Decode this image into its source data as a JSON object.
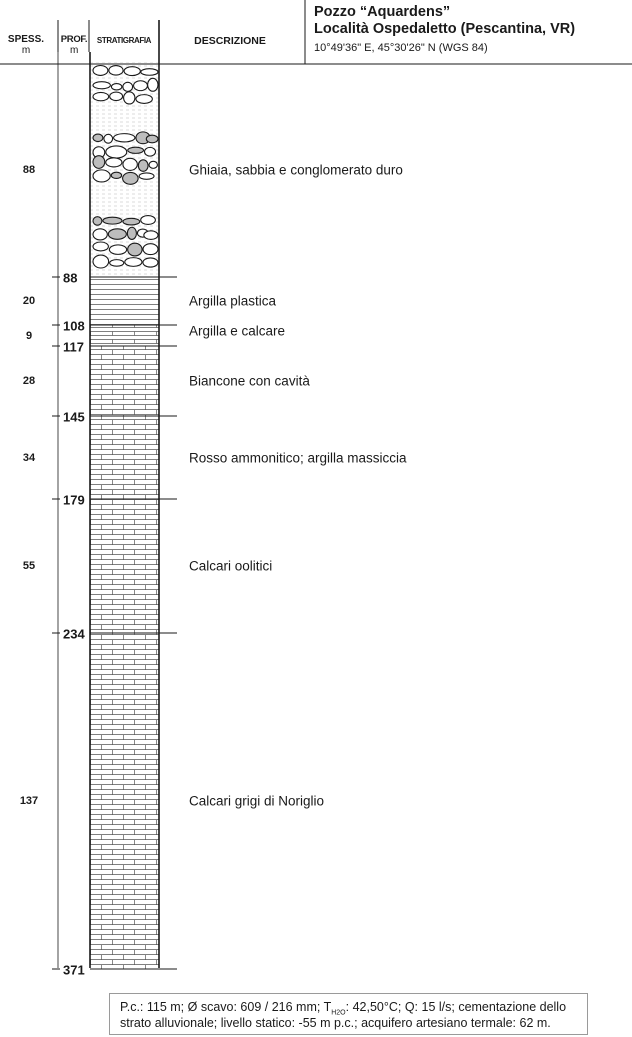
{
  "header": {
    "spess_label": "SPESS.",
    "spess_unit": "m",
    "prof_label": "PROF.",
    "prof_unit": "m",
    "strat_label": "STRATIGRAFIA",
    "desc_label": "DESCRIZIONE",
    "title_line1": "Pozzo “Aquardens”",
    "title_line2": "Località Ospedaletto (Pescantina, VR)",
    "coordinates": "10°49'36\" E,  45°30'26\" N (WGS 84)"
  },
  "layers": [
    {
      "thickness": "88",
      "top_depth": 0,
      "bottom_depth": "88",
      "description": "Ghiaia, sabbia e conglomerato duro",
      "lithology": "gravel-conglomerate"
    },
    {
      "thickness": "20",
      "top_depth": 88,
      "bottom_depth": "108",
      "description": "Argilla plastica",
      "lithology": "clay"
    },
    {
      "thickness": "9",
      "top_depth": 108,
      "bottom_depth": "117",
      "description": "Argilla e calcare",
      "lithology": "clay-limestone"
    },
    {
      "thickness": "28",
      "top_depth": 117,
      "bottom_depth": "145",
      "description": "Biancone con cavità",
      "lithology": "limestone"
    },
    {
      "thickness": "34",
      "top_depth": 145,
      "bottom_depth": "179",
      "description": "Rosso ammonitico; argilla massiccia",
      "lithology": "limestone"
    },
    {
      "thickness": "55",
      "top_depth": 179,
      "bottom_depth": "234",
      "description": "Calcari oolitici",
      "lithology": "limestone"
    },
    {
      "thickness": "137",
      "top_depth": 234,
      "bottom_depth": "371",
      "description": "Calcari grigi di Noriglio",
      "lithology": "limestone"
    }
  ],
  "note": {
    "line1_a": "P.c.: 115 m; Ø scavo: 609 / 216 mm; T",
    "line1_sub": "H2O",
    "line1_b": ": 42,50°C; Q: 15 l/s; cementazione dello",
    "line2": "strato alluvionale; livello statico: -55 m p.c.; acquifero artesiano termale: 62 m."
  },
  "colors": {
    "line": "#1a1a1a",
    "pebble_fill_grey": "#bdbdbd",
    "sand_dots": "#b0b0b0"
  }
}
